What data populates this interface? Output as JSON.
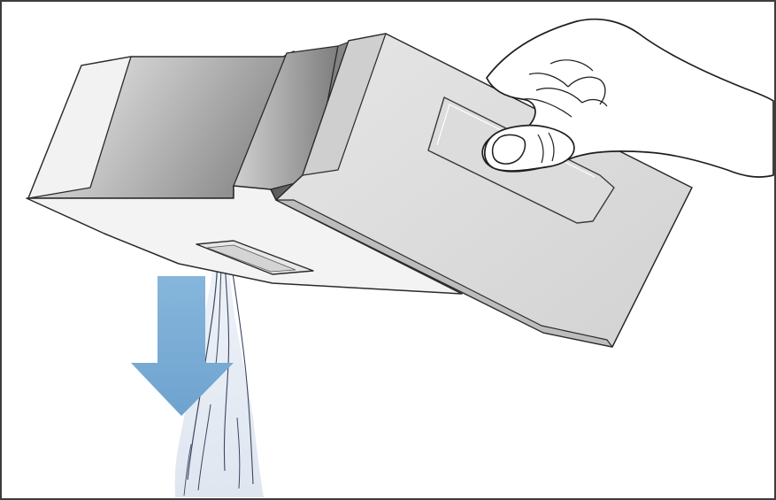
{
  "figure": {
    "kind": "instructional-illustration",
    "subject": "hand-tilting-container-pouring-contents",
    "arrow_direction": "down",
    "colors": {
      "frame": "#3c3c3c",
      "outline": "#2a2a2a",
      "arrow": "#79aed6",
      "lid": "#e3e3e3",
      "box_light": "#ececec",
      "box_dark": "#8a8a8a",
      "stream": "#e6ecf4"
    }
  }
}
